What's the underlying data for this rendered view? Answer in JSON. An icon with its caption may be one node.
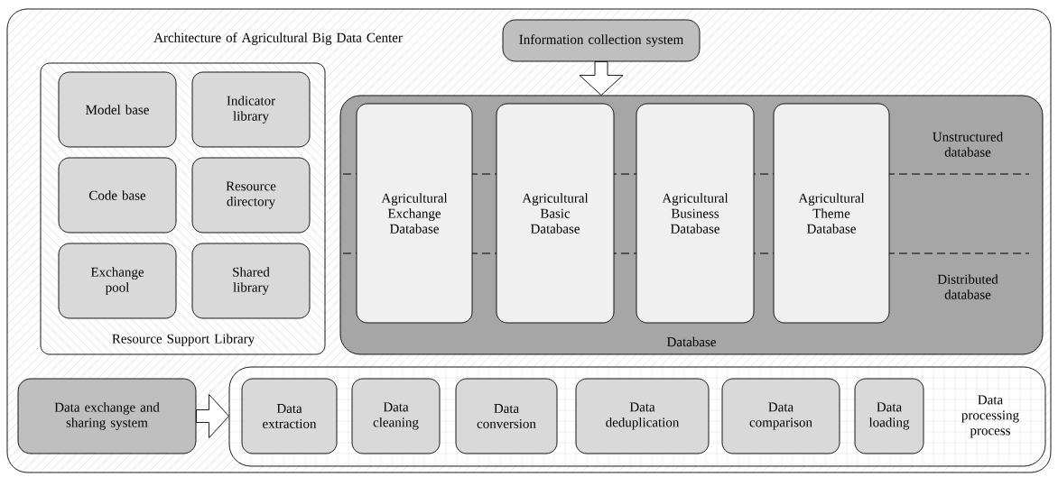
{
  "diagram": {
    "nodes": [
      {
        "text": [
          "Architecture of Agricultural Big Data Center"
        ]
      },
      {
        "text": [
          "Information collection system"
        ],
        "in": 0
      },
      {
        "text": [
          "Resource Support Library"
        ],
        "in": 0
      },
      {
        "text": [
          "Model base"
        ],
        "in": 2
      },
      {
        "text": [
          "Indicator library"
        ],
        "in": 2
      },
      {
        "text": [
          "Code base"
        ],
        "in": 2
      },
      {
        "text": [
          "Resource directory"
        ],
        "in": 2
      },
      {
        "text": [
          "Exchange pool"
        ],
        "in": 2
      },
      {
        "text": [
          "Shared library"
        ],
        "in": 2
      },
      {
        "text": [
          "Database",
          "Unstructured database",
          "Distributed database"
        ],
        "in": 0
      },
      {
        "text": [
          "Agricultural Exchange Database"
        ],
        "in": 9
      },
      {
        "text": [
          "Agricultural Basic Database"
        ],
        "in": 9
      },
      {
        "text": [
          "Agricultural Business Database"
        ],
        "in": 9
      },
      {
        "text": [
          "Agricultural Theme Database"
        ],
        "in": 9
      },
      {
        "text": [
          "Data exchange and sharing system"
        ],
        "in": 0
      },
      {
        "text": [
          "Data processing process"
        ],
        "in": 0
      },
      {
        "text": [
          "Data extraction"
        ],
        "in": 15
      },
      {
        "text": [
          "Data cleaning"
        ],
        "in": 15
      },
      {
        "text": [
          "Data conversion"
        ],
        "in": 15
      },
      {
        "text": [
          "Data deduplication"
        ],
        "in": 15
      },
      {
        "text": [
          "Data comparison"
        ],
        "in": 15
      },
      {
        "text": [
          "Data loading"
        ],
        "in": 15
      }
    ],
    "edges": [
      {
        "from": 1,
        "to": 9,
        "arrow": "to"
      },
      {
        "from": 14,
        "to": 15,
        "arrow": "to"
      }
    ]
  }
}
